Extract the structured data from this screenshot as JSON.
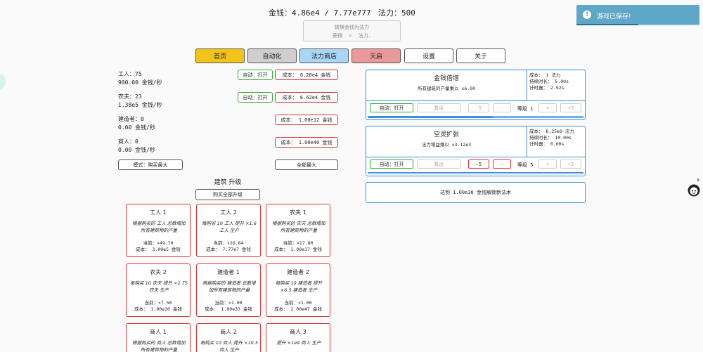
{
  "header": {
    "money_label": "金钱：",
    "money_value": "4.86e4 / 7.77e777",
    "mana_label": "法力：",
    "mana_value": "500"
  },
  "convert": {
    "title": "转换金钱为法力",
    "gain_prefix": "获得",
    "gain_value": "0",
    "gain_suffix": "法力."
  },
  "tabs": [
    {
      "label": "首页",
      "bg": "#f0c419"
    },
    {
      "label": "自动化",
      "bg": "#cfcfcf"
    },
    {
      "label": "法力商店",
      "bg": "#a9d6f5"
    },
    {
      "label": "天启",
      "bg": "#e89a9a"
    },
    {
      "label": "设置",
      "bg": "#ffffff"
    },
    {
      "label": "关于",
      "bg": "#ffffff"
    }
  ],
  "buildings": [
    {
      "name": "工人：75",
      "rate": "900.00 金钱/秒",
      "auto": "自动：打开",
      "cost": "成本： 6.20e4 金钱"
    },
    {
      "name": "农夫：23",
      "rate": "1.38e5 金钱/秒",
      "auto": "自动：打开",
      "cost": "成本： 6.62e4 金钱"
    },
    {
      "name": "建造者：0",
      "rate": "0.00 金钱/秒",
      "auto": "",
      "cost": "成本： 1.00e12 金钱"
    },
    {
      "name": "商人：0",
      "rate": "0.00 金钱/秒",
      "auto": "",
      "cost": "成本： 1.00e40 金钱"
    }
  ],
  "mode_button": "模式：购买最大",
  "all_max_button": "全部最大",
  "upgrades": {
    "title": "建筑 升级",
    "buy_all": "购买全部升级",
    "cards": [
      {
        "name": "工人 1",
        "desc": "根据购买的 工人 总数增加所有建筑物的产量",
        "current": "当前：×49.70",
        "cost": "成本： 3.00e5 金钱"
      },
      {
        "name": "工人 2",
        "desc": "每购买 10 工人 提升 ×1.6 工人 生产",
        "current": "当前：×26.84",
        "cost": "成本： 7.77e7 金钱"
      },
      {
        "name": "农夫 1",
        "desc": "根据购买的 农夫 总数增加所有建筑物的产量",
        "current": "当前：×17.80",
        "cost": "成本： 1.00e17 金钱"
      },
      {
        "name": "农夫 2",
        "desc": "每购买 10 农夫 提升 ×2.75 农夫 生产",
        "current": "当前：×7.56",
        "cost": "成本： 1.00e20 金钱"
      },
      {
        "name": "建造者 1",
        "desc": "根据购买的 建造者 总数增加所有建筑物的产量",
        "current": "当前：×1.00",
        "cost": "成本： 1.00e33 金钱"
      },
      {
        "name": "建造者 2",
        "desc": "每购买 10 建造者 提升 ×6.5 建造者 生产",
        "current": "当前：×1.00",
        "cost": "成本： 2.00e47 金钱"
      },
      {
        "name": "商人 1",
        "desc": "根据购买的 商人 总数增加所有建筑物的产量",
        "current": "",
        "cost": ""
      },
      {
        "name": "商人 2",
        "desc": "每购买 10 商人 提升 ×10.5 商人 生产",
        "current": "",
        "cost": ""
      },
      {
        "name": "商人 3",
        "desc": "提升 ×1e9 商人 生产",
        "current": "",
        "cost": ""
      }
    ]
  },
  "spells": [
    {
      "name": "金钱倍增",
      "desc": "所有建筑的产量乘以 x6.00",
      "cost": "成本： 1 法力",
      "duration": "持续时长： 5.00s",
      "timer": "计时器： 2.92s",
      "auto": "自动：打开",
      "activate": "激活",
      "minus5": "-5",
      "minus": "-",
      "level_label": "等级",
      "level": "1",
      "plus": "+",
      "plus5": "+5",
      "progress": 0.58
    },
    {
      "name": "空灵扩张",
      "desc": "法力增益乘以 x3.12e3",
      "cost": "成本： 6.25e9 法力",
      "duration": "持续时长： 10.00s",
      "timer": "计时器： 0.00s",
      "auto": "自动：打开",
      "activate": "激活",
      "minus5": "-5",
      "minus": "-",
      "level_label": "等级",
      "level": "5",
      "plus": "+",
      "plus5": "+5",
      "progress": 0
    }
  ],
  "unlock_text": "达到 1.00e30 金钱解锁新法术",
  "toast": {
    "icon": "info-icon",
    "text": "游戏已保存!",
    "progress": 0.5
  },
  "close_mark": "x",
  "colors": {
    "spell_border": "#3a8fe0",
    "cost_red": "#dd3333",
    "auto_green": "#2fb02f",
    "toast_bg": "#5fa7c6"
  }
}
